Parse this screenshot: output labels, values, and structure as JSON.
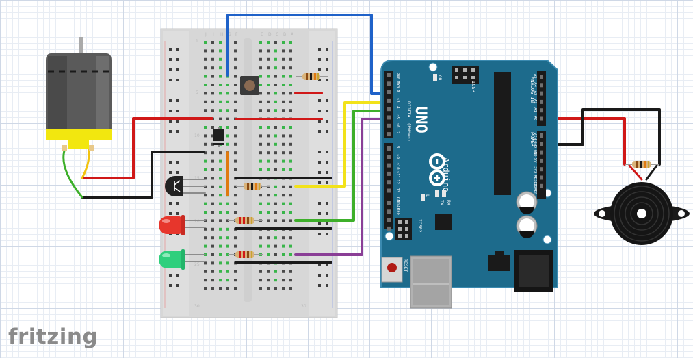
{
  "app": {
    "brand": "fritzing"
  },
  "arduino": {
    "board_name": "UNO",
    "brand": "Arduino",
    "label_digital": "DIGITAL (PWM=~)",
    "label_analog": "ANALOG IN",
    "label_power": "POWER",
    "label_icsp": "ICSP",
    "label_icsp2": "ICSP2",
    "label_reset": "RESET",
    "label_on": "ON",
    "label_tx": "TX",
    "label_rx": "RX",
    "label_l": "L",
    "label_aref": "AREF",
    "label_gnd": "GND",
    "digital_pins": [
      "RX0 0",
      "TX0 1",
      "2",
      "~3",
      "4",
      "~5",
      "~6",
      "7",
      "8",
      "~9",
      "~10",
      "~11",
      "12",
      "13"
    ],
    "analog_pins": [
      "A5",
      "A4",
      "A3",
      "A2",
      "A1",
      "A0"
    ],
    "power_pins": [
      "VIN",
      "GND",
      "GND",
      "5V",
      "3V3",
      "RESET",
      "IOREF"
    ]
  },
  "breadboard": {
    "columns": [
      "J",
      "I",
      "H",
      "G",
      "F",
      "E",
      "D",
      "C",
      "B",
      "A"
    ],
    "rows": [
      "1",
      "5",
      "10",
      "15",
      "20",
      "25",
      "30"
    ]
  },
  "colors": {
    "arduino_blue": "#1d6b8c",
    "wire_red": "#d01818",
    "wire_black": "#1a1a1a",
    "wire_blue": "#1f62c9",
    "wire_yellow": "#f2e21a",
    "wire_green": "#3daf2a",
    "wire_purple": "#8a3e96",
    "wire_orange": "#e07a10",
    "motor_yellow": "#f2e70f"
  },
  "icons": {
    "motor": "dc-motor-icon",
    "transistor": "npn-transistor-icon",
    "button": "pushbutton-icon",
    "buzzer": "piezo-buzzer-icon",
    "diode": "diode-icon"
  }
}
